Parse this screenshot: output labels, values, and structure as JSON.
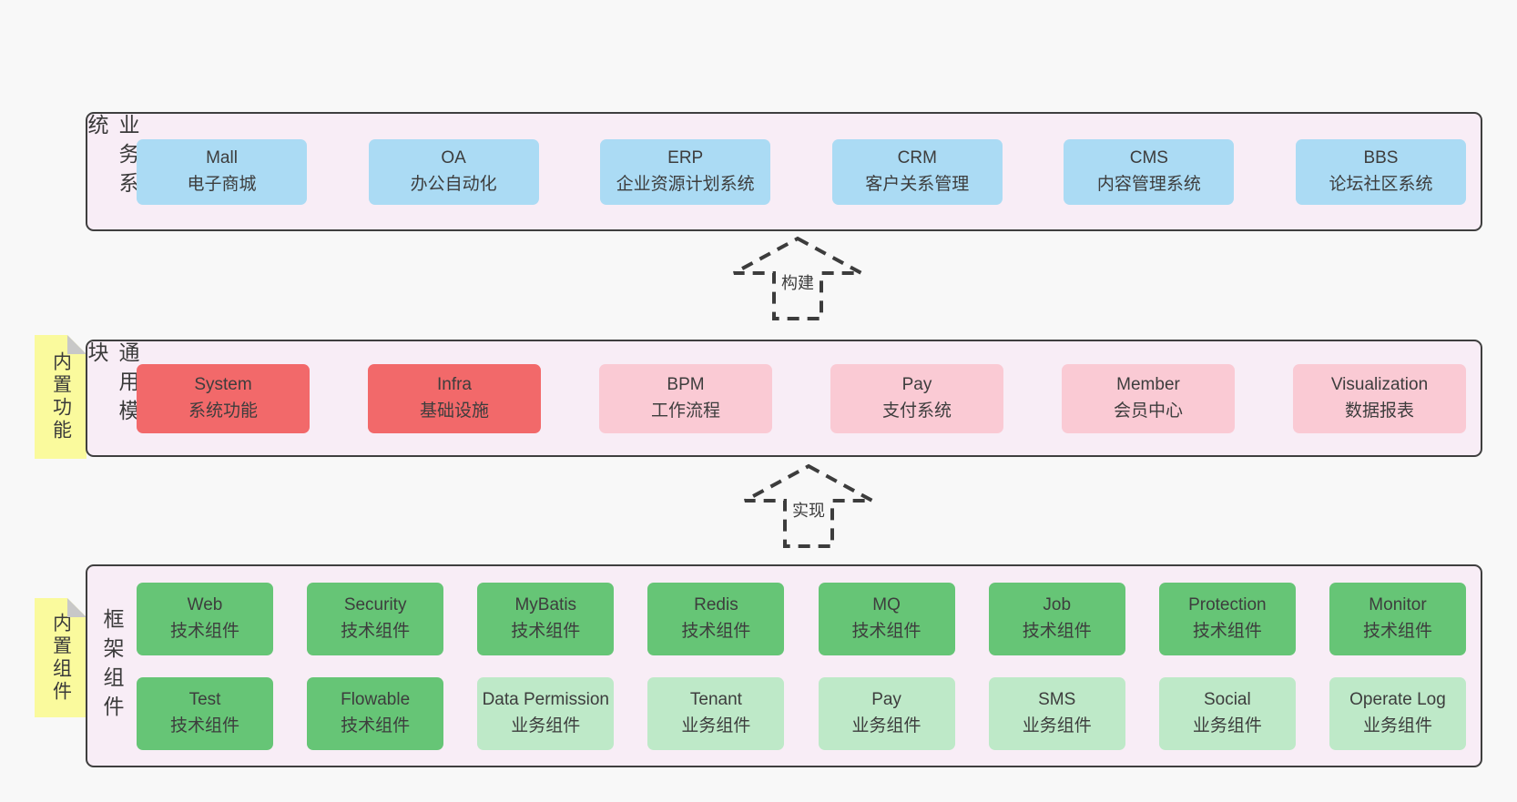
{
  "colors": {
    "page_bg": "#f8f8f8",
    "band_bg": "#f8edf6",
    "band_border": "#3f3f3f",
    "blue_box": "#abdbf4",
    "red_box": "#f2696a",
    "pink_box": "#facad4",
    "green_box": "#66c576",
    "light_green_box": "#bee9c8",
    "sticky_bg": "#fafa9d",
    "sticky_fold": "#c8c8c8",
    "text": "#3d3d3d"
  },
  "business_band": {
    "label": "业务系统",
    "boxes": [
      {
        "name": "Mall",
        "desc": "电子商城"
      },
      {
        "name": "OA",
        "desc": "办公自动化"
      },
      {
        "name": "ERP",
        "desc": "企业资源计划系统"
      },
      {
        "name": "CRM",
        "desc": "客户关系管理"
      },
      {
        "name": "CMS",
        "desc": "内容管理系统"
      },
      {
        "name": "BBS",
        "desc": "论坛社区系统"
      }
    ]
  },
  "arrow_build": {
    "label": "构建"
  },
  "module_band": {
    "label": "通用模块",
    "sticky": "内置功能",
    "boxes": [
      {
        "name": "System",
        "desc": "系统功能"
      },
      {
        "name": "Infra",
        "desc": "基础设施"
      },
      {
        "name": "BPM",
        "desc": "工作流程"
      },
      {
        "name": "Pay",
        "desc": "支付系统"
      },
      {
        "name": "Member",
        "desc": "会员中心"
      },
      {
        "name": "Visualization",
        "desc": "数据报表"
      }
    ]
  },
  "arrow_implement": {
    "label": "实现"
  },
  "component_band": {
    "label": "框架组件",
    "sticky": "内置组件",
    "row1": [
      {
        "name": "Web",
        "desc": "技术组件"
      },
      {
        "name": "Security",
        "desc": "技术组件"
      },
      {
        "name": "MyBatis",
        "desc": "技术组件"
      },
      {
        "name": "Redis",
        "desc": "技术组件"
      },
      {
        "name": "MQ",
        "desc": "技术组件"
      },
      {
        "name": "Job",
        "desc": "技术组件"
      },
      {
        "name": "Protection",
        "desc": "技术组件"
      },
      {
        "name": "Monitor",
        "desc": "技术组件"
      }
    ],
    "row2": [
      {
        "name": "Test",
        "desc": "技术组件"
      },
      {
        "name": "Flowable",
        "desc": "技术组件"
      },
      {
        "name": "Data Permission",
        "desc": "业务组件"
      },
      {
        "name": "Tenant",
        "desc": "业务组件"
      },
      {
        "name": "Pay",
        "desc": "业务组件"
      },
      {
        "name": "SMS",
        "desc": "业务组件"
      },
      {
        "name": "Social",
        "desc": "业务组件"
      },
      {
        "name": "Operate Log",
        "desc": "业务组件"
      }
    ]
  }
}
